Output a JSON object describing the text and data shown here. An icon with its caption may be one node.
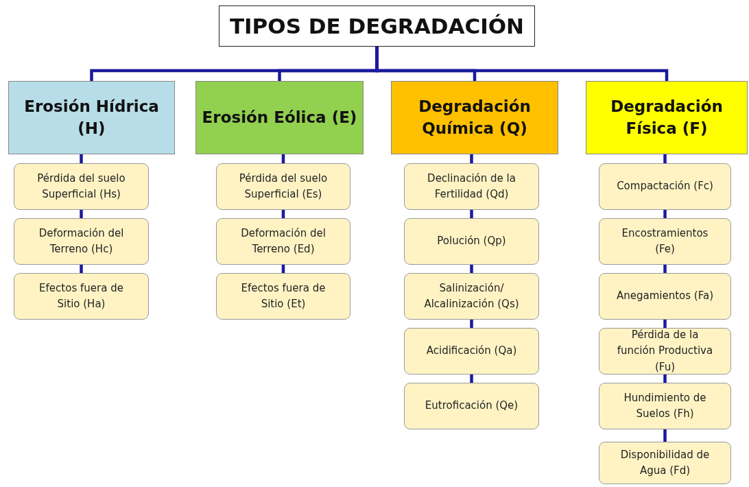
{
  "diagram": {
    "nodes": [
      {
        "text": [
          "TIPOS DE DEGRADACIÓN"
        ]
      },
      {
        "text": [
          "Erosión Hídrica (H)"
        ]
      },
      {
        "text": [
          "Erosión Eólica (E)"
        ]
      },
      {
        "text": [
          "Degradación Química (Q)"
        ]
      },
      {
        "text": [
          "Degradación Física (F)"
        ]
      },
      {
        "text": [
          "Pérdida del suelo Superficial (Hs)"
        ]
      },
      {
        "text": [
          "Deformación del Terreno (Hc)"
        ]
      },
      {
        "text": [
          "Efectos fuera de Sitio (Ha)"
        ]
      },
      {
        "text": [
          "Pérdida del suelo Superficial (Es)"
        ]
      },
      {
        "text": [
          "Deformación del Terreno (Ed)"
        ]
      },
      {
        "text": [
          "Efectos fuera de Sitio (Et)"
        ]
      },
      {
        "text": [
          "Declinación de la Fertilidad (Qd)"
        ]
      },
      {
        "text": [
          "Polución (Qp)"
        ]
      },
      {
        "text": [
          "Salinización/ Alcalinización (Qs)"
        ]
      },
      {
        "text": [
          "Acidificación (Qa)"
        ]
      },
      {
        "text": [
          "Eutroficación (Qe)"
        ]
      },
      {
        "text": [
          "Compactación (Fc)"
        ]
      },
      {
        "text": [
          "Encostramientos (Fe)"
        ]
      },
      {
        "text": [
          "Anegamientos (Fa)"
        ]
      },
      {
        "text": [
          "Pérdida de la función Productiva (Fu)"
        ]
      },
      {
        "text": [
          "Hundimiento de Suelos (Fh)"
        ]
      },
      {
        "text": [
          "Disponibilidad de Agua (Fd)"
        ]
      }
    ],
    "edges": [
      {
        "from": 0,
        "to": 1,
        "arrow": "none"
      },
      {
        "from": 0,
        "to": 2,
        "arrow": "none"
      },
      {
        "from": 0,
        "to": 3,
        "arrow": "none"
      },
      {
        "from": 0,
        "to": 4,
        "arrow": "none"
      },
      {
        "from": 1,
        "to": 5,
        "arrow": "none"
      },
      {
        "from": 5,
        "to": 6,
        "arrow": "none"
      },
      {
        "from": 6,
        "to": 7,
        "arrow": "none"
      },
      {
        "from": 2,
        "to": 8,
        "arrow": "none"
      },
      {
        "from": 8,
        "to": 9,
        "arrow": "none"
      },
      {
        "from": 9,
        "to": 10,
        "arrow": "none"
      },
      {
        "from": 3,
        "to": 11,
        "arrow": "none"
      },
      {
        "from": 11,
        "to": 12,
        "arrow": "none"
      },
      {
        "from": 12,
        "to": 13,
        "arrow": "none"
      },
      {
        "from": 13,
        "to": 14,
        "arrow": "none"
      },
      {
        "from": 14,
        "to": 15,
        "arrow": "none"
      },
      {
        "from": 4,
        "to": 16,
        "arrow": "none"
      },
      {
        "from": 16,
        "to": 17,
        "arrow": "none"
      },
      {
        "from": 17,
        "to": 18,
        "arrow": "none"
      },
      {
        "from": 18,
        "to": 19,
        "arrow": "none"
      },
      {
        "from": 19,
        "to": 20,
        "arrow": "none"
      },
      {
        "from": 20,
        "to": 21,
        "arrow": "none"
      }
    ]
  }
}
